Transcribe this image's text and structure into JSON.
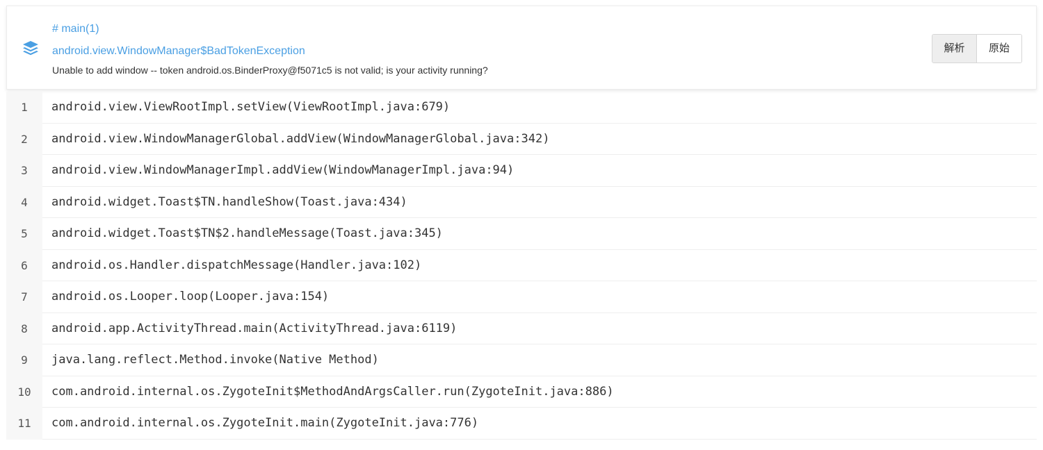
{
  "header": {
    "thread": "# main(1)",
    "exception": "android.view.WindowManager$BadTokenException",
    "message": "Unable to add window -- token android.os.BinderProxy@f5071c5 is not valid; is your activity running?",
    "icon": "layers-icon",
    "accent_color": "#4a9fe3"
  },
  "view_toggle": {
    "parsed_label": "解析",
    "raw_label": "原始",
    "active": "parsed"
  },
  "stack_frames": [
    {
      "num": "1",
      "text": "android.view.ViewRootImpl.setView(ViewRootImpl.java:679)"
    },
    {
      "num": "2",
      "text": "android.view.WindowManagerGlobal.addView(WindowManagerGlobal.java:342)"
    },
    {
      "num": "3",
      "text": "android.view.WindowManagerImpl.addView(WindowManagerImpl.java:94)"
    },
    {
      "num": "4",
      "text": "android.widget.Toast$TN.handleShow(Toast.java:434)"
    },
    {
      "num": "5",
      "text": "android.widget.Toast$TN$2.handleMessage(Toast.java:345)"
    },
    {
      "num": "6",
      "text": "android.os.Handler.dispatchMessage(Handler.java:102)"
    },
    {
      "num": "7",
      "text": "android.os.Looper.loop(Looper.java:154)"
    },
    {
      "num": "8",
      "text": "android.app.ActivityThread.main(ActivityThread.java:6119)"
    },
    {
      "num": "9",
      "text": "java.lang.reflect.Method.invoke(Native Method)"
    },
    {
      "num": "10",
      "text": "com.android.internal.os.ZygoteInit$MethodAndArgsCaller.run(ZygoteInit.java:886)"
    },
    {
      "num": "11",
      "text": "com.android.internal.os.ZygoteInit.main(ZygoteInit.java:776)"
    }
  ]
}
